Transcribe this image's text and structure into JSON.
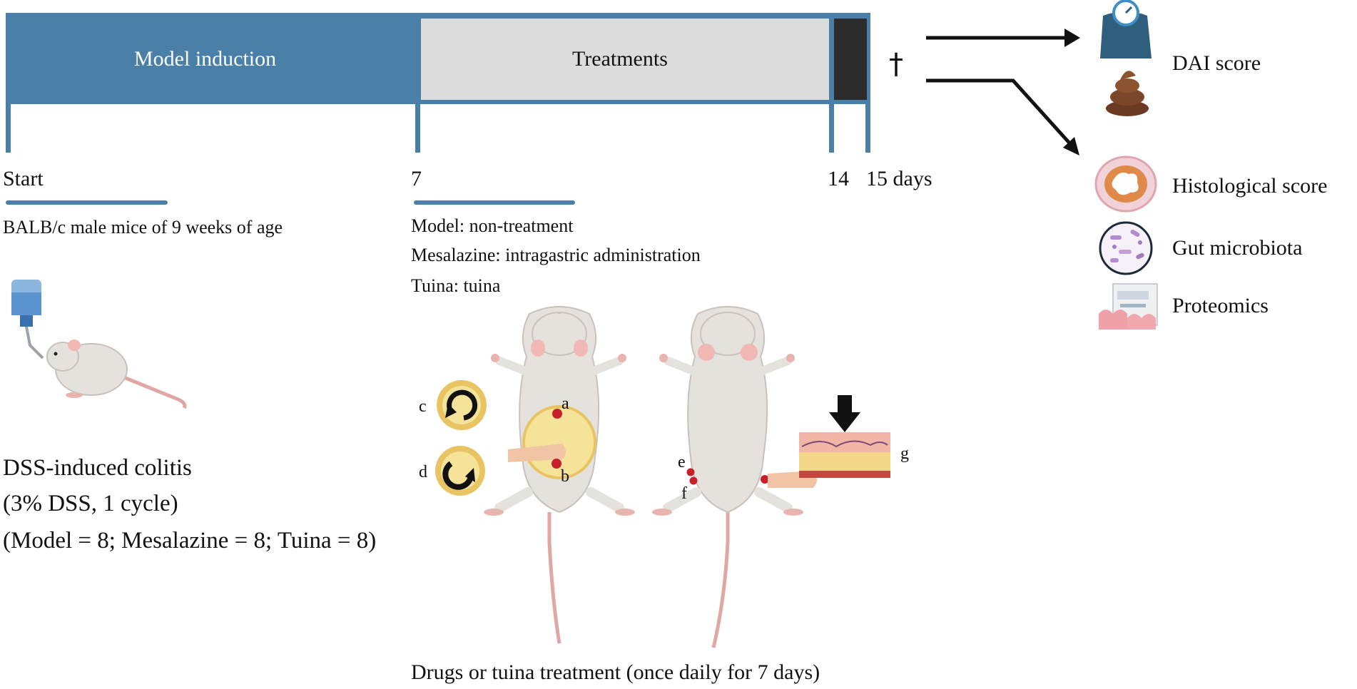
{
  "timeline": {
    "phase1_label": "Model induction",
    "phase2_label": "Treatments",
    "ticks": {
      "start": "Start",
      "day7": "7",
      "day14": "14",
      "day15": "15 days"
    },
    "dagger": "†",
    "colors": {
      "bar": "#4a80a8",
      "treat": "#dcdcdc",
      "end": "#2c2c2c"
    }
  },
  "left": {
    "subjects": "BALB/c male mice of 9 weeks of age",
    "colitis_title": "DSS-induced colitis",
    "colitis_dose": "(3% DSS, 1 cycle)",
    "groups": "(Model = 8; Mesalazine = 8; Tuina = 8)"
  },
  "middle": {
    "group_lines": [
      "Model: non-treatment",
      "Mesalazine: intragastric administration",
      "Tuina: tuina"
    ],
    "point_labels": {
      "a": "a",
      "b": "b",
      "c": "c",
      "d": "d",
      "e": "e",
      "f": "f",
      "g": "g"
    },
    "caption": "Drugs or tuina treatment (once daily for 7 days)"
  },
  "outcomes": {
    "dai": "DAI score",
    "histology": "Histological score",
    "microbiota": "Gut microbiota",
    "proteomics": "Proteomics"
  }
}
